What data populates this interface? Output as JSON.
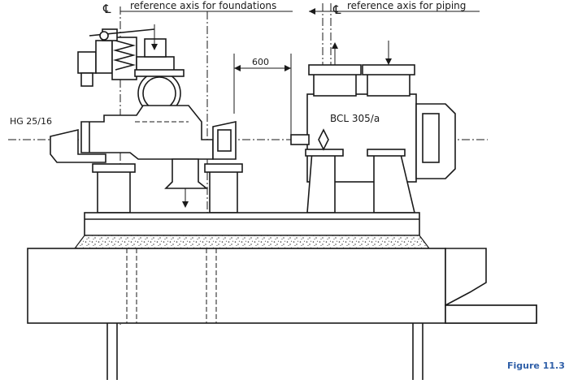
{
  "labels": {
    "axis_foundations": "reference axis for foundations",
    "axis_piping": "reference axis for piping",
    "centerline_symbol": "℄",
    "dimension_600": "600",
    "turbine_label": "HG 25/16",
    "compressor_label": "BCL 305/a",
    "figure_caption": "Figure 11.3"
  },
  "colors": {
    "line": "#1a1a1a",
    "caption": "#2f5fa8",
    "background": "#ffffff"
  }
}
